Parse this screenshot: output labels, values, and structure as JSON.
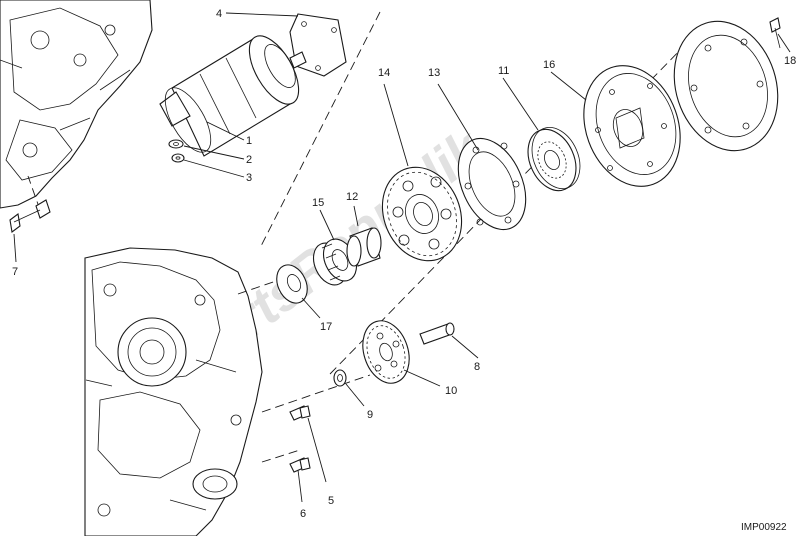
{
  "diagram": {
    "drawing_code": "IMP00922",
    "watermark": "PartsRepublik",
    "callouts": {
      "c1": "1",
      "c2": "2",
      "c3": "3",
      "c4": "4",
      "c5": "5",
      "c6": "6",
      "c7": "7",
      "c8": "8",
      "c9": "9",
      "c10": "10",
      "c11": "11",
      "c12": "12",
      "c13": "13",
      "c14": "14",
      "c15": "15",
      "c16": "16",
      "c17": "17",
      "c18": "18"
    }
  }
}
